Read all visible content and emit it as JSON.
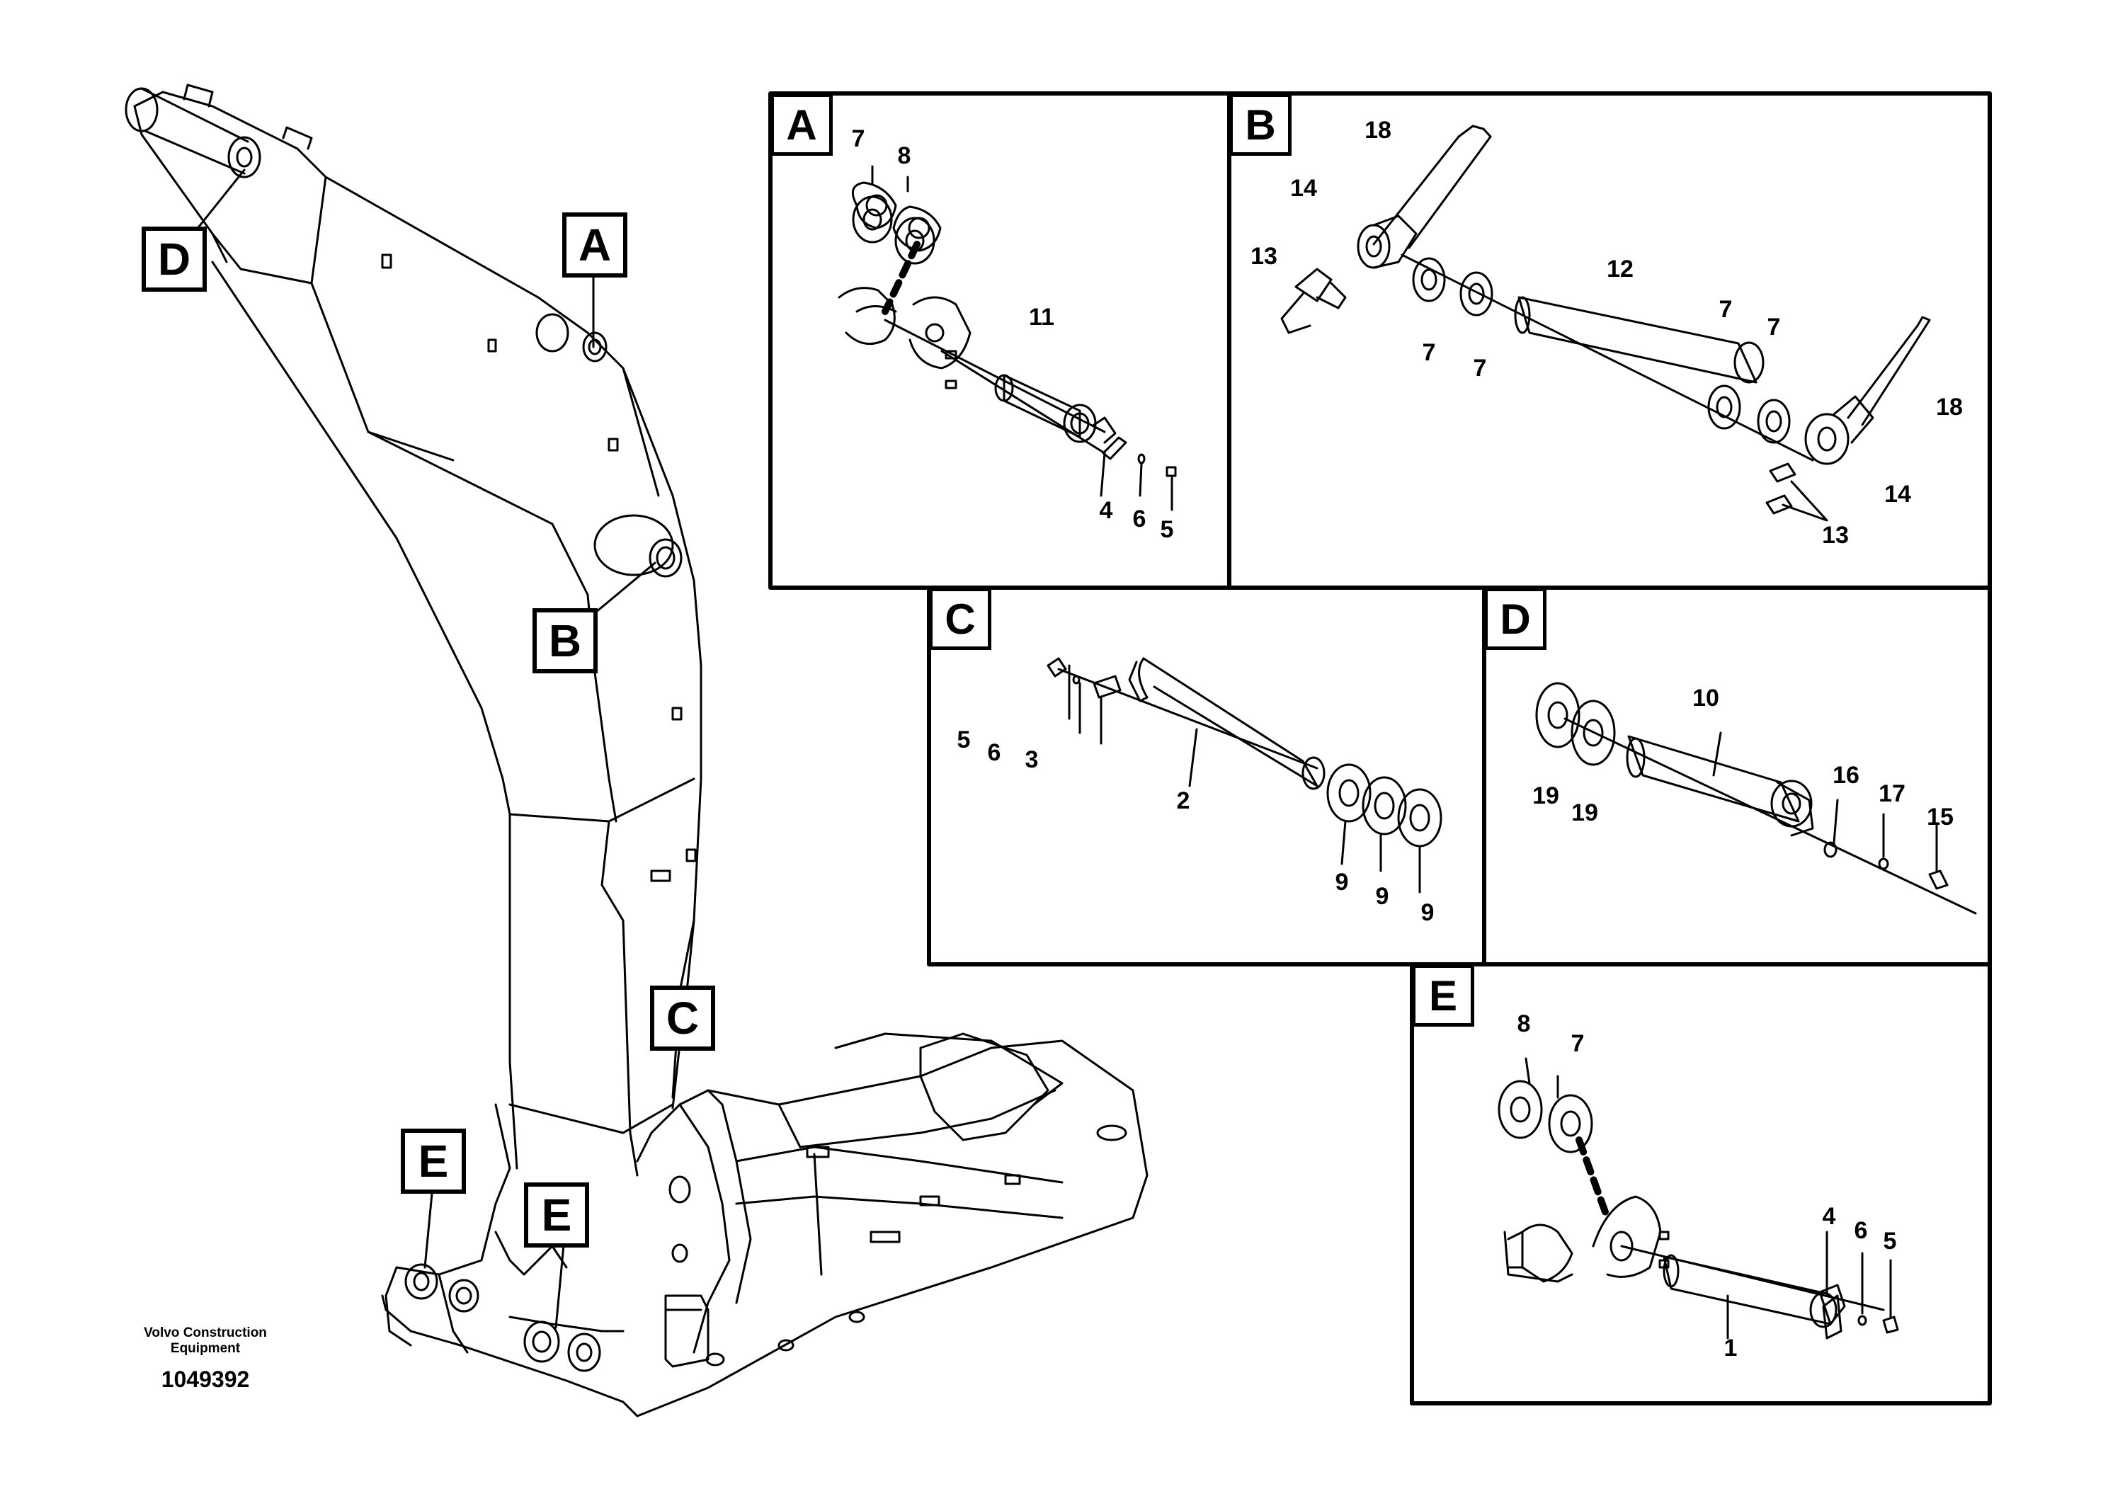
{
  "footer": {
    "company_line1": "Volvo Construction",
    "company_line2": "Equipment",
    "drawing_number": "1049392"
  },
  "callouts": {
    "a": "A",
    "b": "B",
    "c": "C",
    "d": "D",
    "e_left": "E",
    "e_right": "E"
  },
  "panels": {
    "a": {
      "tag": "A",
      "parts": [
        "7",
        "8",
        "11",
        "4",
        "6",
        "5"
      ]
    },
    "b": {
      "tag": "B",
      "parts": [
        "18",
        "14",
        "13",
        "7",
        "7",
        "12",
        "7",
        "7",
        "18",
        "14",
        "13"
      ]
    },
    "c": {
      "tag": "C",
      "parts": [
        "5",
        "6",
        "3",
        "2",
        "9",
        "9",
        "9"
      ]
    },
    "d": {
      "tag": "D",
      "parts": [
        "10",
        "19",
        "19",
        "16",
        "17",
        "15"
      ]
    },
    "e": {
      "tag": "E",
      "parts": [
        "8",
        "7",
        "4",
        "6",
        "5",
        "1"
      ]
    }
  }
}
